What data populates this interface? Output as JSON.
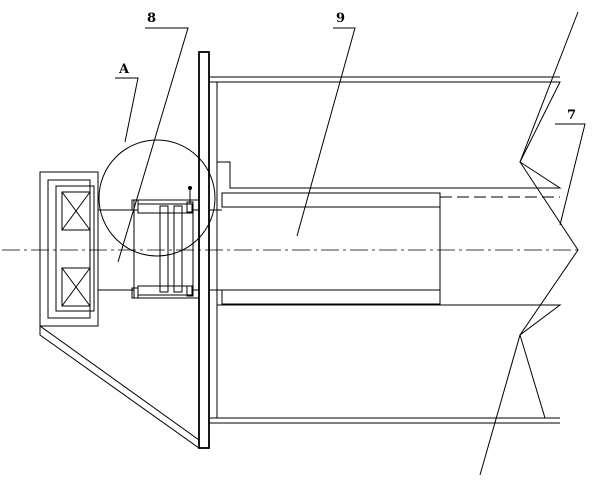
{
  "labels": {
    "label_8": "8",
    "label_9": "9",
    "label_a": "A",
    "label_7": "7"
  }
}
